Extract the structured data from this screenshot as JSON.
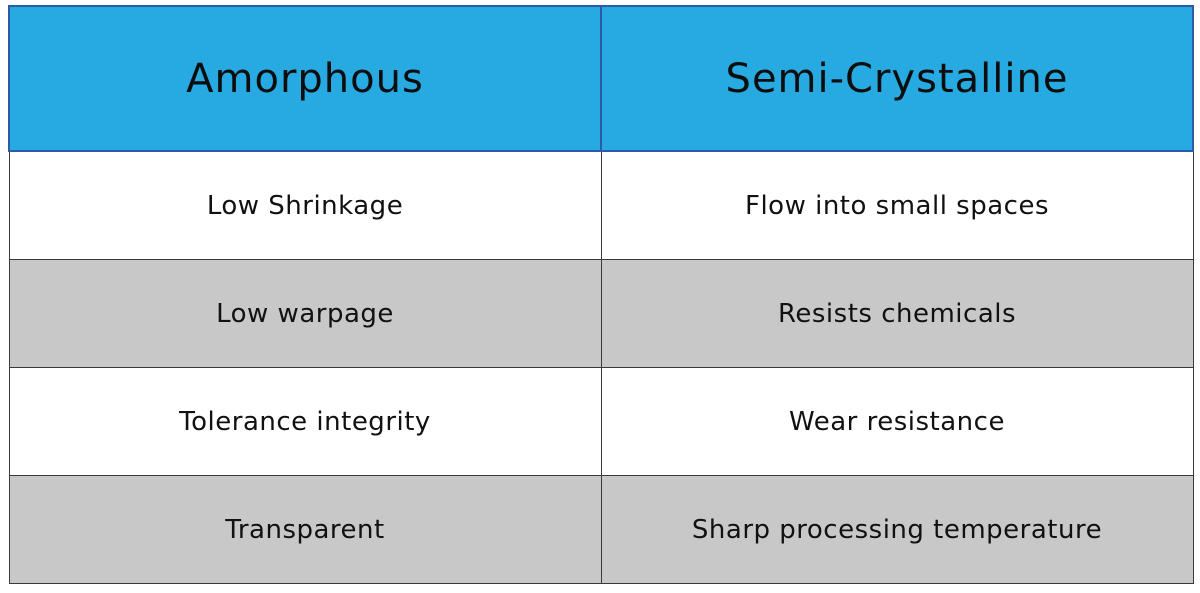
{
  "table": {
    "headers": [
      "Amorphous",
      "Semi-Crystalline"
    ],
    "rows": [
      [
        "Low Shrinkage",
        "Flow into small spaces"
      ],
      [
        "Low warpage",
        "Resists chemicals"
      ],
      [
        "Tolerance integrity",
        "Wear resistance"
      ],
      [
        "Transparent",
        "Sharp processing temperature"
      ]
    ]
  },
  "colors": {
    "header_bg": "#27aae1",
    "header_border": "#2e5aa8",
    "alt_row_bg": "#c8c8c8",
    "row_bg": "#ffffff"
  }
}
